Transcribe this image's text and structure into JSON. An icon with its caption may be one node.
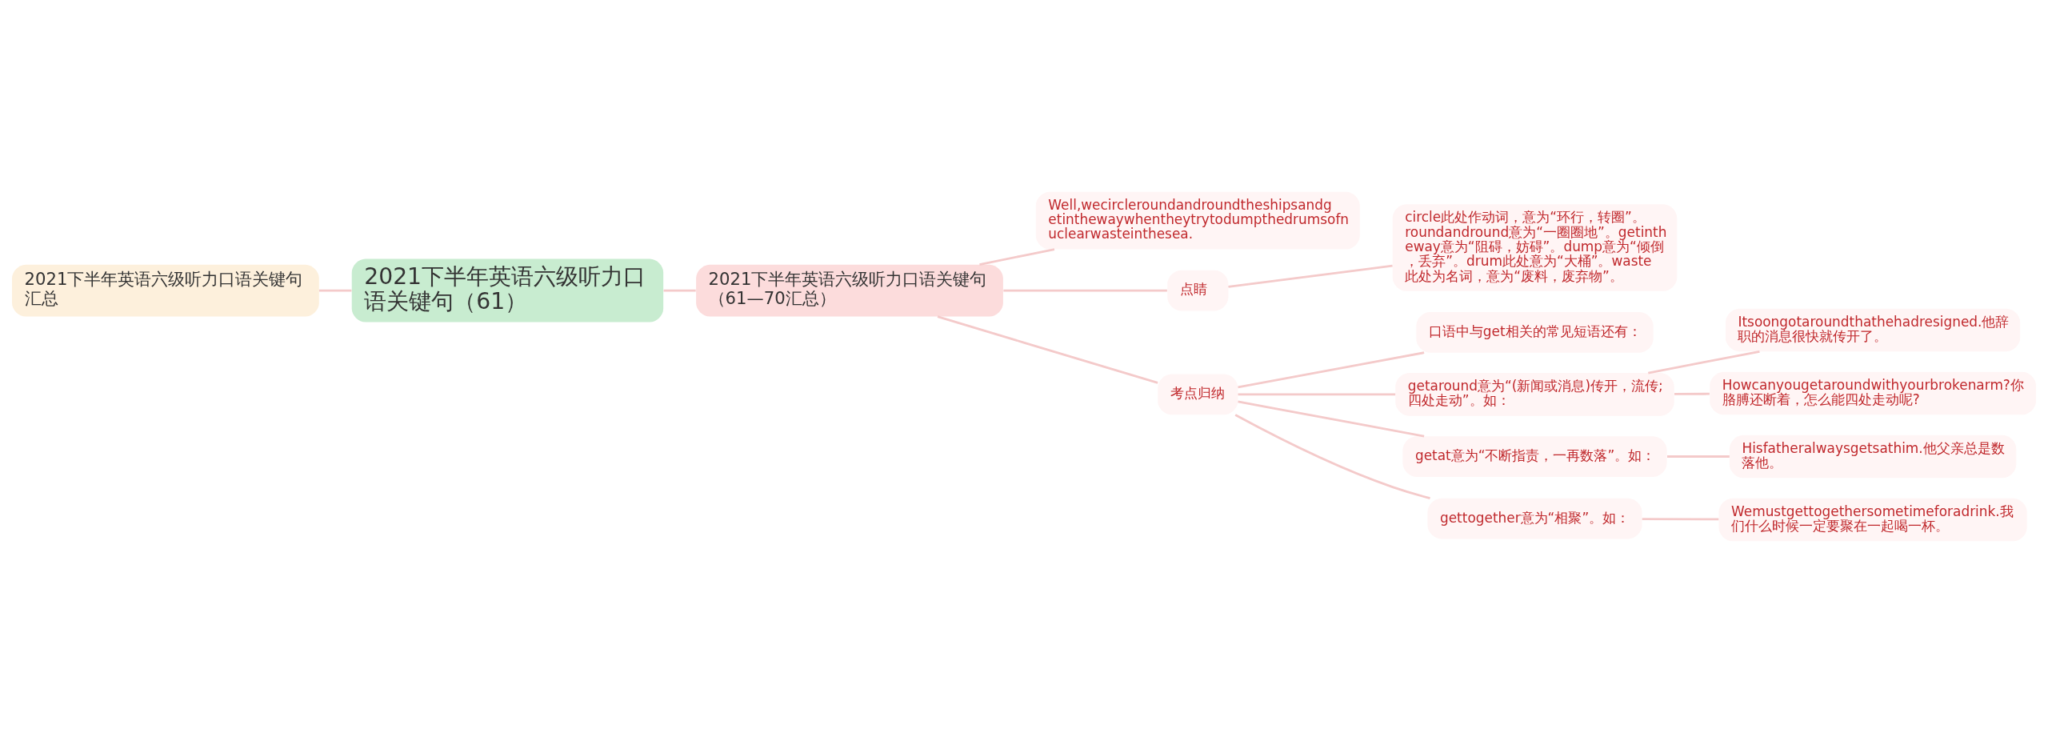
{
  "diagram": {
    "nodes": [
      {
        "text": [
          "2021下半年英语六级听力口语关键句汇总"
        ]
      },
      {
        "text": [
          "2021下半年英语六级听力口语关键句（61）"
        ]
      },
      {
        "text": [
          "2021下半年英语六级听力口语关键句（61—70汇总）"
        ]
      },
      {
        "text": [
          "Well,wecircleroundandroundtheshipsandgetinthewaywhentheytrytodumpthedrumsofnuclearwasteinthesea."
        ]
      },
      {
        "text": [
          "点睛"
        ]
      },
      {
        "text": [
          "circle此处作动词，意为“环行，转圈”。roundandround意为“一圈圈地”。getintheway意为“阻碍，妨碍”。dump意为“倾倒，丢弃”。drum此处意为“大桶”。waste此处为名词，意为“废料，废弃物”。"
        ]
      },
      {
        "text": [
          "考点归纳"
        ]
      },
      {
        "text": [
          "口语中与get相关的常见短语还有："
        ]
      },
      {
        "text": [
          "getaround意为“(新闻或消息)传开，流传;四处走动”。如："
        ]
      },
      {
        "text": [
          "Itsoongotaroundthathehadresigned.他辞职的消息很快就传开了。"
        ]
      },
      {
        "text": [
          "Howcanyougetaroundwithyourbrokenarm?你胳膊还断着，怎么能四处走动呢?"
        ]
      },
      {
        "text": [
          "getat意为“不断指责，一再数落”。如："
        ]
      },
      {
        "text": [
          "Hisfatheralwaysgetsathim.他父亲总是数落他。"
        ]
      },
      {
        "text": [
          "gettogether意为“相聚”。如："
        ]
      },
      {
        "text": [
          "Wemustgettogethersometimeforadrink.我们什么时候一定要聚在一起喝一杯。"
        ]
      }
    ],
    "edges": [
      {
        "from": 0,
        "to": 1,
        "arrow": "none"
      },
      {
        "from": 1,
        "to": 2,
        "arrow": "none"
      },
      {
        "from": 2,
        "to": 3,
        "arrow": "none"
      },
      {
        "from": 2,
        "to": 4,
        "arrow": "none"
      },
      {
        "from": 4,
        "to": 5,
        "arrow": "none"
      },
      {
        "from": 2,
        "to": 6,
        "arrow": "none"
      },
      {
        "from": 6,
        "to": 7,
        "arrow": "none"
      },
      {
        "from": 6,
        "to": 8,
        "arrow": "none"
      },
      {
        "from": 8,
        "to": 9,
        "arrow": "none"
      },
      {
        "from": 8,
        "to": 10,
        "arrow": "none"
      },
      {
        "from": 6,
        "to": 11,
        "arrow": "none"
      },
      {
        "from": 11,
        "to": 12,
        "arrow": "none"
      },
      {
        "from": 6,
        "to": 13,
        "arrow": "none"
      },
      {
        "from": 13,
        "to": 14,
        "arrow": "none"
      }
    ]
  }
}
